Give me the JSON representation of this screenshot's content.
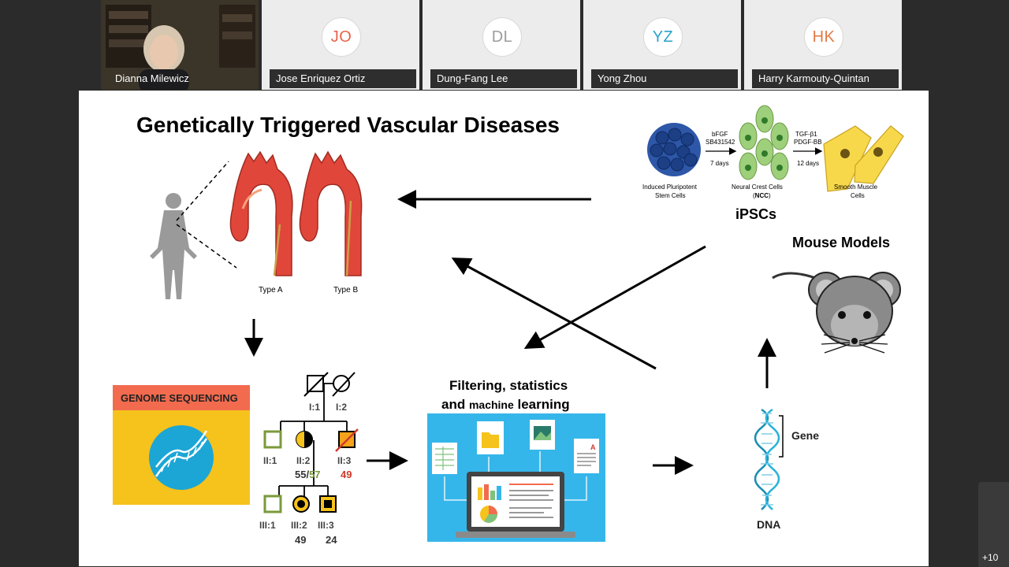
{
  "participants": [
    {
      "name": "Dianna Milewicz",
      "initials": "",
      "video": true,
      "color": "#ffffff"
    },
    {
      "name": "Jose Enriquez Ortiz",
      "initials": "JO",
      "video": false,
      "color": "#e8634a"
    },
    {
      "name": "Dung-Fang Lee",
      "initials": "DL",
      "video": false,
      "color": "#9c9c9c"
    },
    {
      "name": "Yong Zhou",
      "initials": "YZ",
      "video": false,
      "color": "#2aa3c9"
    },
    {
      "name": "Harry Karmouty-Quintan",
      "initials": "HK",
      "video": false,
      "color": "#e07a45"
    }
  ],
  "more_participants": "+10",
  "slide": {
    "title": "Genetically Triggered Vascular Diseases",
    "aorta": {
      "type_a": "Type A",
      "type_b": "Type B"
    },
    "ipsc": {
      "stage1": {
        "line1": "Induced Pluripotent",
        "line2": "Stem Cells"
      },
      "step1": {
        "line1": "bFGF",
        "line2": "SB431542",
        "days": "7 days"
      },
      "stage2": {
        "line1": "Neural Crest Cells",
        "line2_open": "(",
        "line2_bold": "NCC",
        "line2_close": ")"
      },
      "step2": {
        "line1": "TGF-β1",
        "line2": "PDGF-BB",
        "days": "12 days"
      },
      "stage3": {
        "line1": "Smooth Muscle",
        "line2": "Cells"
      },
      "label": "iPSCs"
    },
    "mouse_label": "Mouse Models",
    "genome_label": "GENOME SEQUENCING",
    "pedigree": {
      "i1": "I:1",
      "i2": "I:2",
      "ii1": "II:1",
      "ii2": "II:2",
      "ii3": "II:3",
      "ii2_age_a": "55/",
      "ii2_age_b": "57",
      "ii3_age": "49",
      "iii1": "III:1",
      "iii2": "III:2",
      "iii3": "III:3",
      "iii2_age": "49",
      "iii3_age": "24"
    },
    "filtering": {
      "line1": "Filtering, statistics",
      "line2_a": "and ",
      "line2_b": "machine",
      "line2_c": " learning"
    },
    "gene_label": "Gene",
    "dna_label": "DNA"
  },
  "colors": {
    "genome_header": "#f26b4f",
    "genome_body": "#f6c21c",
    "dna_circle": "#1ba6d6",
    "filter_panel": "#35b6ea",
    "ipsc_blue": "#2e57a8",
    "ncc_green": "#9ecf7a",
    "smc_yellow": "#f7d84a",
    "aorta_red": "#e0473a",
    "pedigree_green": "#7a9a3a",
    "pedigree_red": "#cc3a2a"
  }
}
